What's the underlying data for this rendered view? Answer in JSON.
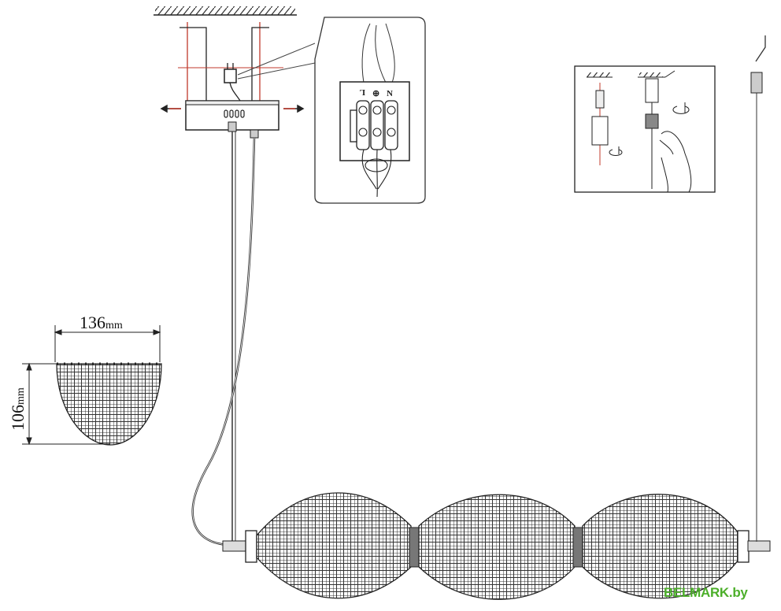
{
  "diagram": {
    "shade_width_value": "136",
    "shade_width_unit": "mm",
    "shade_height_value": "106",
    "shade_height_unit": "mm",
    "terminals": [
      "L",
      "⊕",
      "N"
    ],
    "watermark": "BELMARK.by"
  },
  "colors": {
    "line": "#222222",
    "screw": "#c0392b",
    "watermark": "#4caf2a"
  }
}
